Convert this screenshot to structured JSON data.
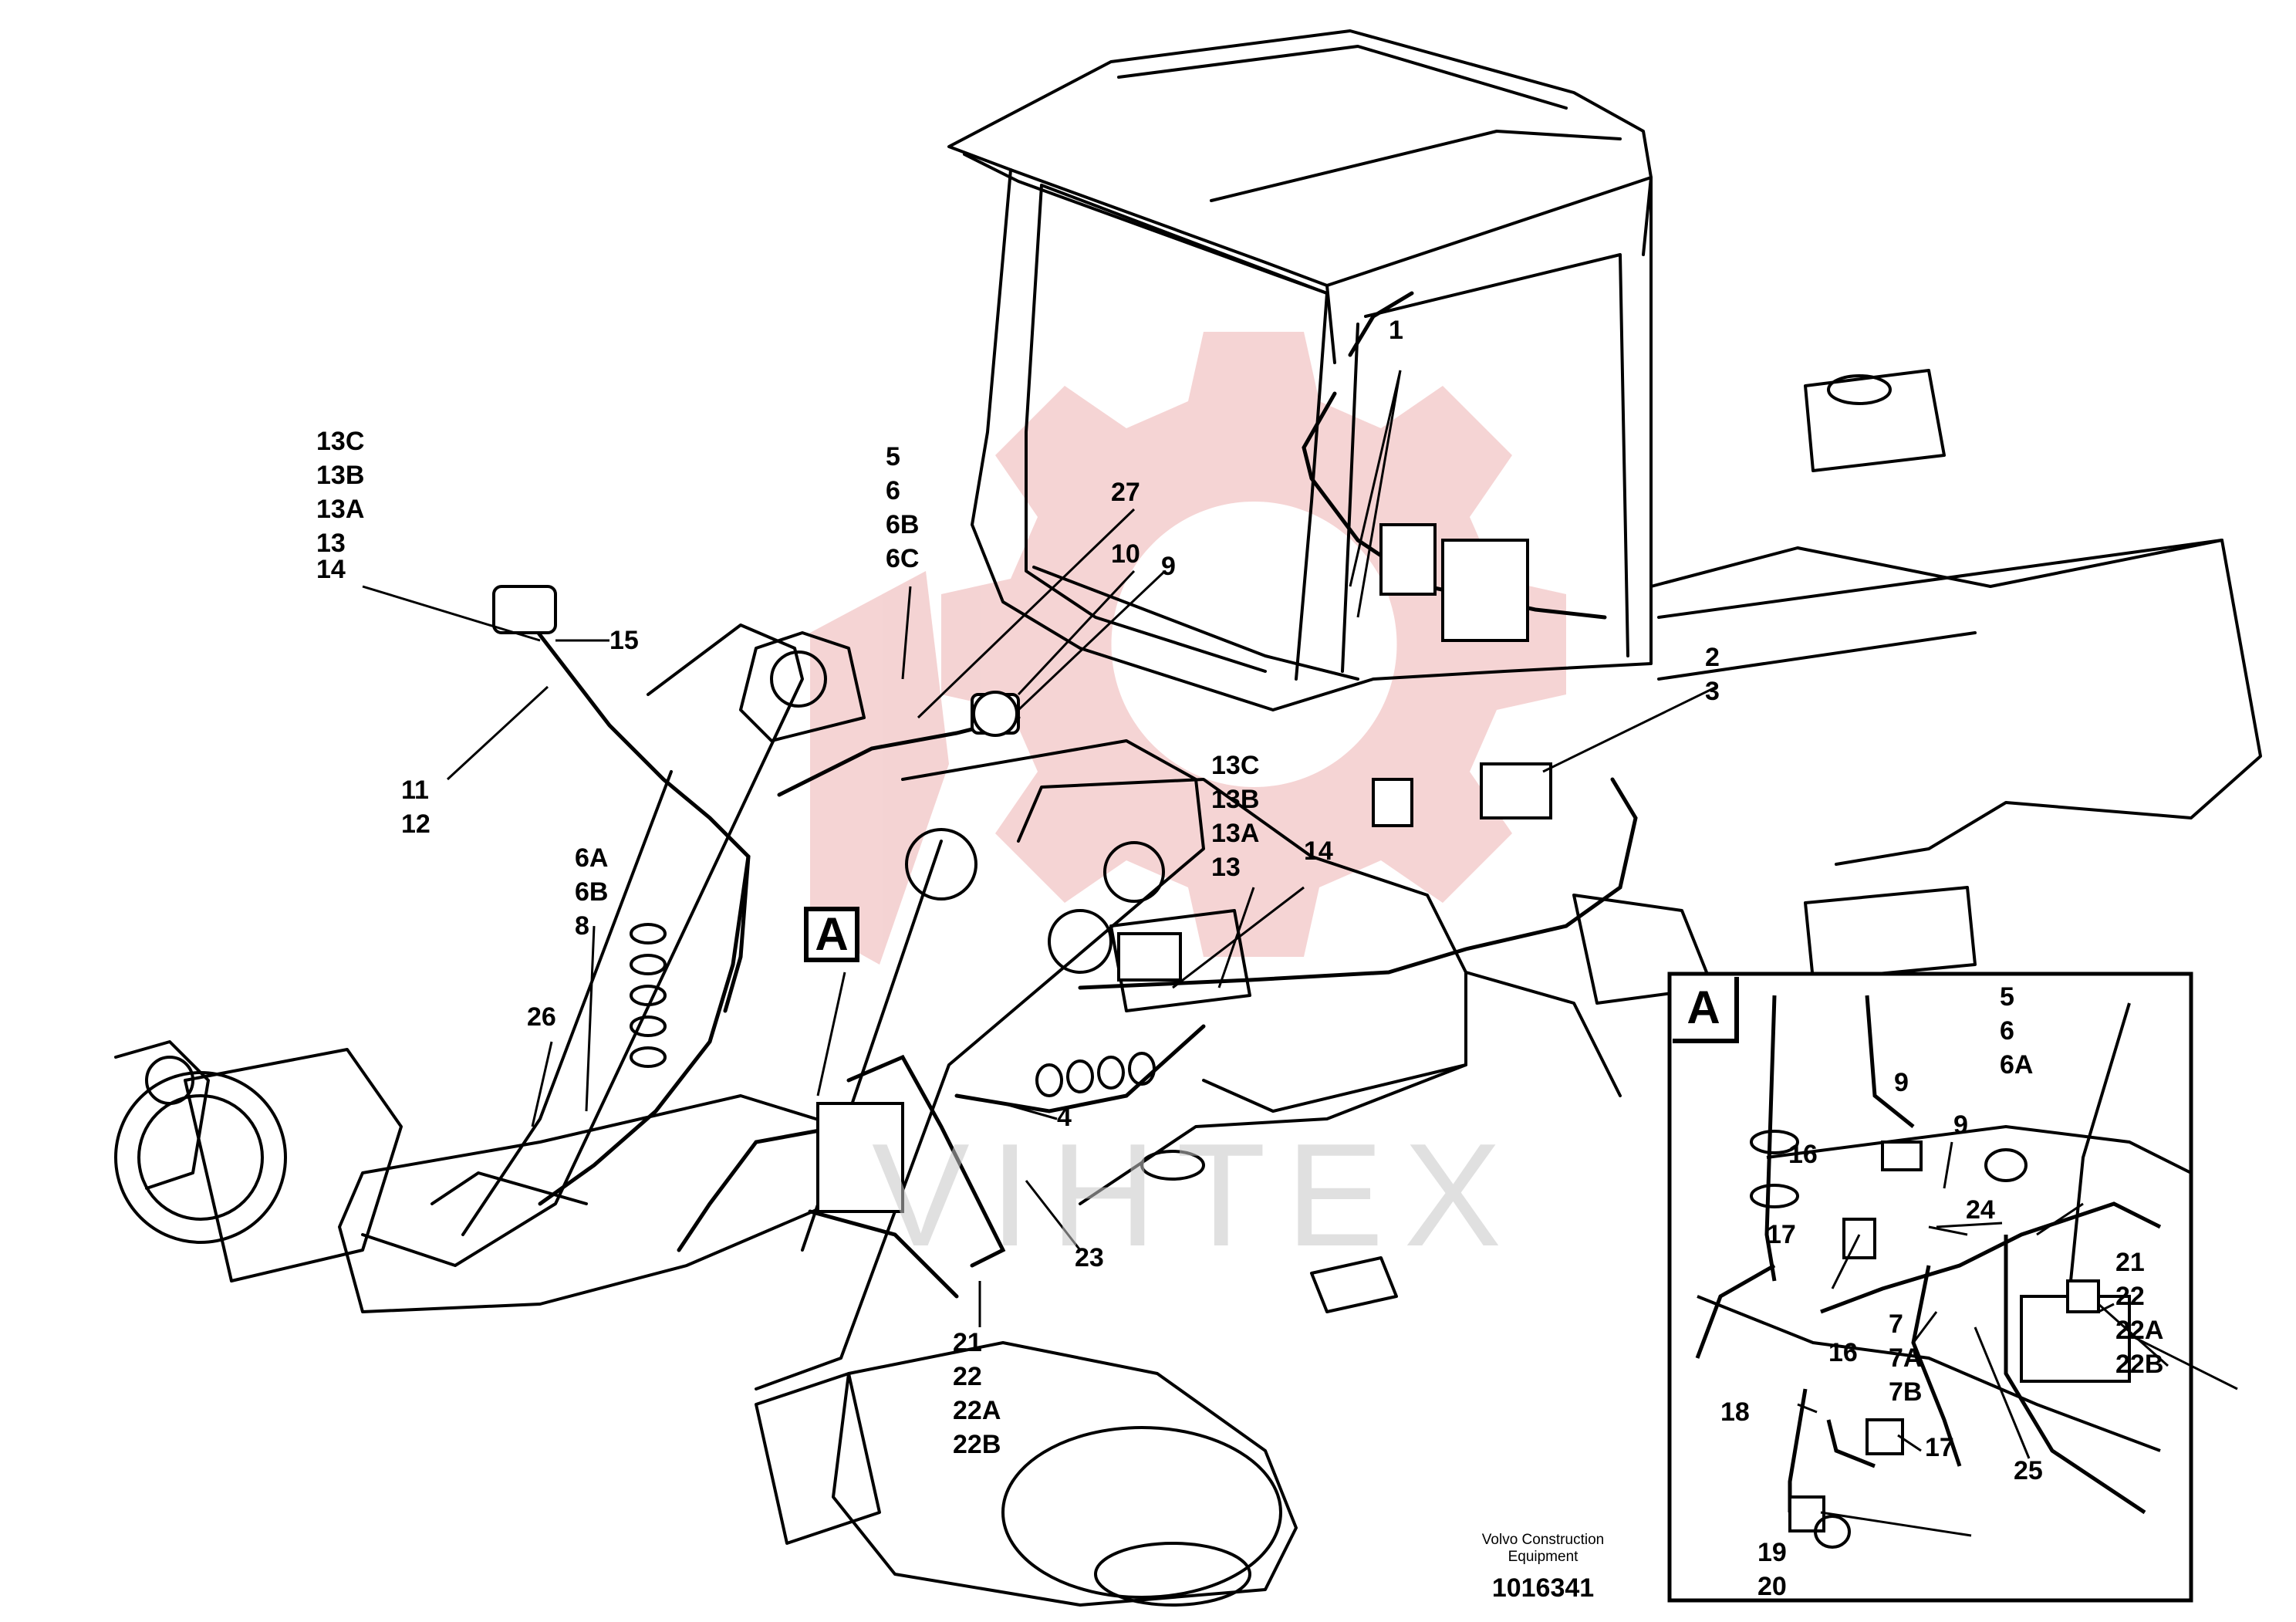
{
  "watermark": {
    "text": "VIHTEX",
    "logo_color": "#e8a0a0"
  },
  "callouts": {
    "c1": "1",
    "c23": [
      "2",
      "3"
    ],
    "c5_6": [
      "5",
      "6",
      "6B",
      "6C"
    ],
    "c27": "27",
    "c10": "10",
    "c9": "9",
    "c13_left": [
      "13C",
      "13B",
      "13A",
      "13"
    ],
    "c14_left": "14",
    "c15": "15",
    "c11_12": [
      "11",
      "12"
    ],
    "c13_mid": [
      "13C",
      "13B",
      "13A",
      "13"
    ],
    "c14_mid": "14",
    "c6A_6B_8": [
      "6A",
      "6B",
      "8"
    ],
    "c26": "26",
    "cA": "A",
    "c4": "4",
    "c23b": "23",
    "c21_left": [
      "21",
      "22",
      "22A",
      "22B"
    ]
  },
  "detail_a": {
    "title": "A",
    "c5_6A": [
      "5",
      "6",
      "6A"
    ],
    "c9a": "9",
    "c9b": "9",
    "c16a": "16",
    "c17a": "17",
    "c24": "24",
    "c21": [
      "21",
      "22",
      "22A",
      "22B"
    ],
    "c7": [
      "7",
      "7A",
      "7B"
    ],
    "c16b": "16",
    "c18": "18",
    "c17b": "17",
    "c25": "25",
    "c19": [
      "19",
      "20"
    ]
  },
  "footer": {
    "company": "Volvo Construction",
    "subtitle": "Equipment",
    "part_number": "1016341"
  }
}
